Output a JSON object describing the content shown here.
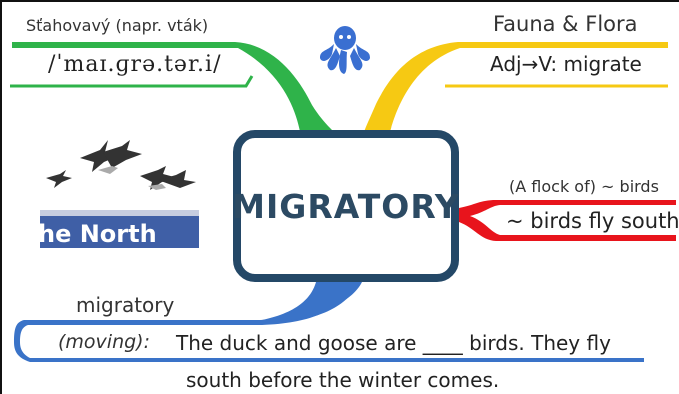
{
  "center": {
    "word": "MIGRATORY"
  },
  "top_left": {
    "translation": "Sťahovavý (napr. vták)",
    "ipa": "/ˈmaɪ.ɡrə.tər.i/"
  },
  "top_right": {
    "category": "Fauna & Flora",
    "derivation": "Adj→V: migrate"
  },
  "right": {
    "collocation_hint": "(A flock of) ~ birds",
    "example": "~ birds fly south"
  },
  "bottom": {
    "word": "migratory",
    "definition": "(moving):",
    "sentence_line1": "The duck and goose are ____ birds. They fly",
    "sentence_line2": "south before the winter comes."
  },
  "image": {
    "caption_text": "he North"
  },
  "icons": [
    "octopus-logo-icon",
    "flying-geese-illustration"
  ],
  "colors": {
    "center_border": "#244867",
    "green_branch": "#2fb34a",
    "yellow_branch": "#f6c913",
    "red_branch": "#e8141c",
    "blue_branch": "#3a73c8",
    "logo": "#3a6fd1"
  }
}
